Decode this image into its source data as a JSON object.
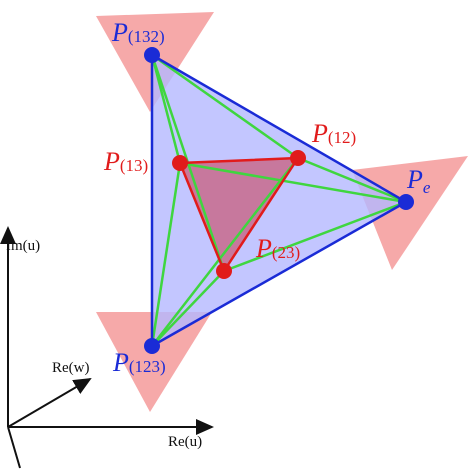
{
  "colors": {
    "blue": "#1a2bd6",
    "red": "#e11b1b",
    "green": "#3fd63f",
    "big_fill": "#b4b8ff",
    "inner_fill": "#c86a8c",
    "cone_fill": "#f49a9a",
    "axis": "#111111"
  },
  "vertices": {
    "p132": {
      "P": "P",
      "sub": "(132)"
    },
    "pe": {
      "P": "P",
      "sub": "e"
    },
    "p123": {
      "P": "P",
      "sub": "(123)"
    },
    "p12": {
      "P": "P",
      "sub": "(12)"
    },
    "p13": {
      "P": "P",
      "sub": "(13)"
    },
    "p23": {
      "P": "P",
      "sub": "(23)"
    }
  },
  "axes": {
    "im_u": "Im(u)",
    "re_w": "Re(w)",
    "re_u": "Re(u)"
  }
}
